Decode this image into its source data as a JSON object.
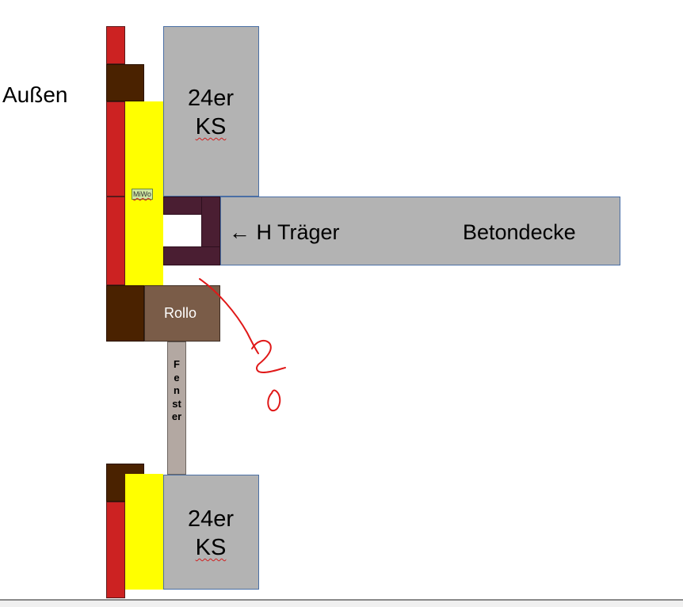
{
  "labels": {
    "outside": "Außen",
    "wall_top": [
      "24er",
      "KS"
    ],
    "wall_bottom": [
      "24er",
      "KS"
    ],
    "h_beam": "← H Träger",
    "ceiling": "Betondecke",
    "insulation": "MiWo",
    "shutter": "Rollo",
    "window": "Fenster"
  },
  "annotation": {
    "ink_color": "#e01818",
    "handwritten_value": "20"
  },
  "colors": {
    "facing_brick": "#cc2222",
    "lintel": "#4a2200",
    "insulation": "#ffff00",
    "masonry": "#b3b3b3",
    "steel_beam": "#4a1e32",
    "shutter_box": "#7a5c48",
    "window_frame": "#b3a8a2"
  }
}
